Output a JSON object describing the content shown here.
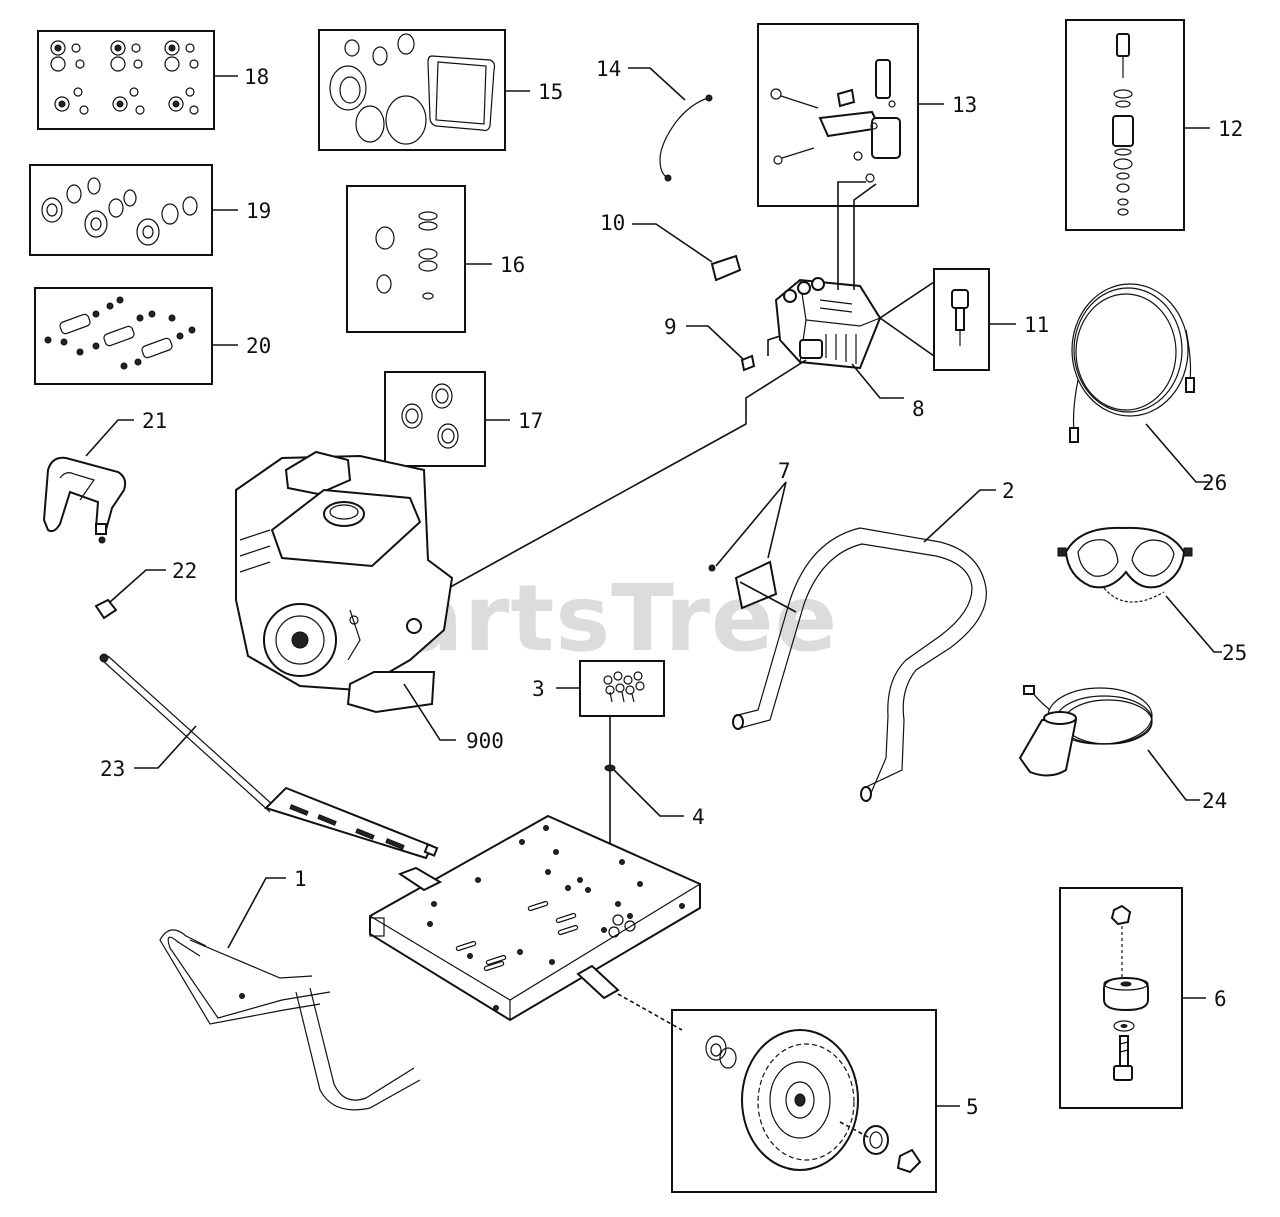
{
  "watermark": "PartsTree",
  "callouts": {
    "c1": "1",
    "c2": "2",
    "c3": "3",
    "c4": "4",
    "c5": "5",
    "c6": "6",
    "c7": "7",
    "c8": "8",
    "c9": "9",
    "c10": "10",
    "c11": "11",
    "c12": "12",
    "c13": "13",
    "c14": "14",
    "c15": "15",
    "c16": "16",
    "c17": "17",
    "c18": "18",
    "c19": "19",
    "c20": "20",
    "c21": "21",
    "c22": "22",
    "c23": "23",
    "c24": "24",
    "c25": "25",
    "c26": "26",
    "c900": "900"
  }
}
